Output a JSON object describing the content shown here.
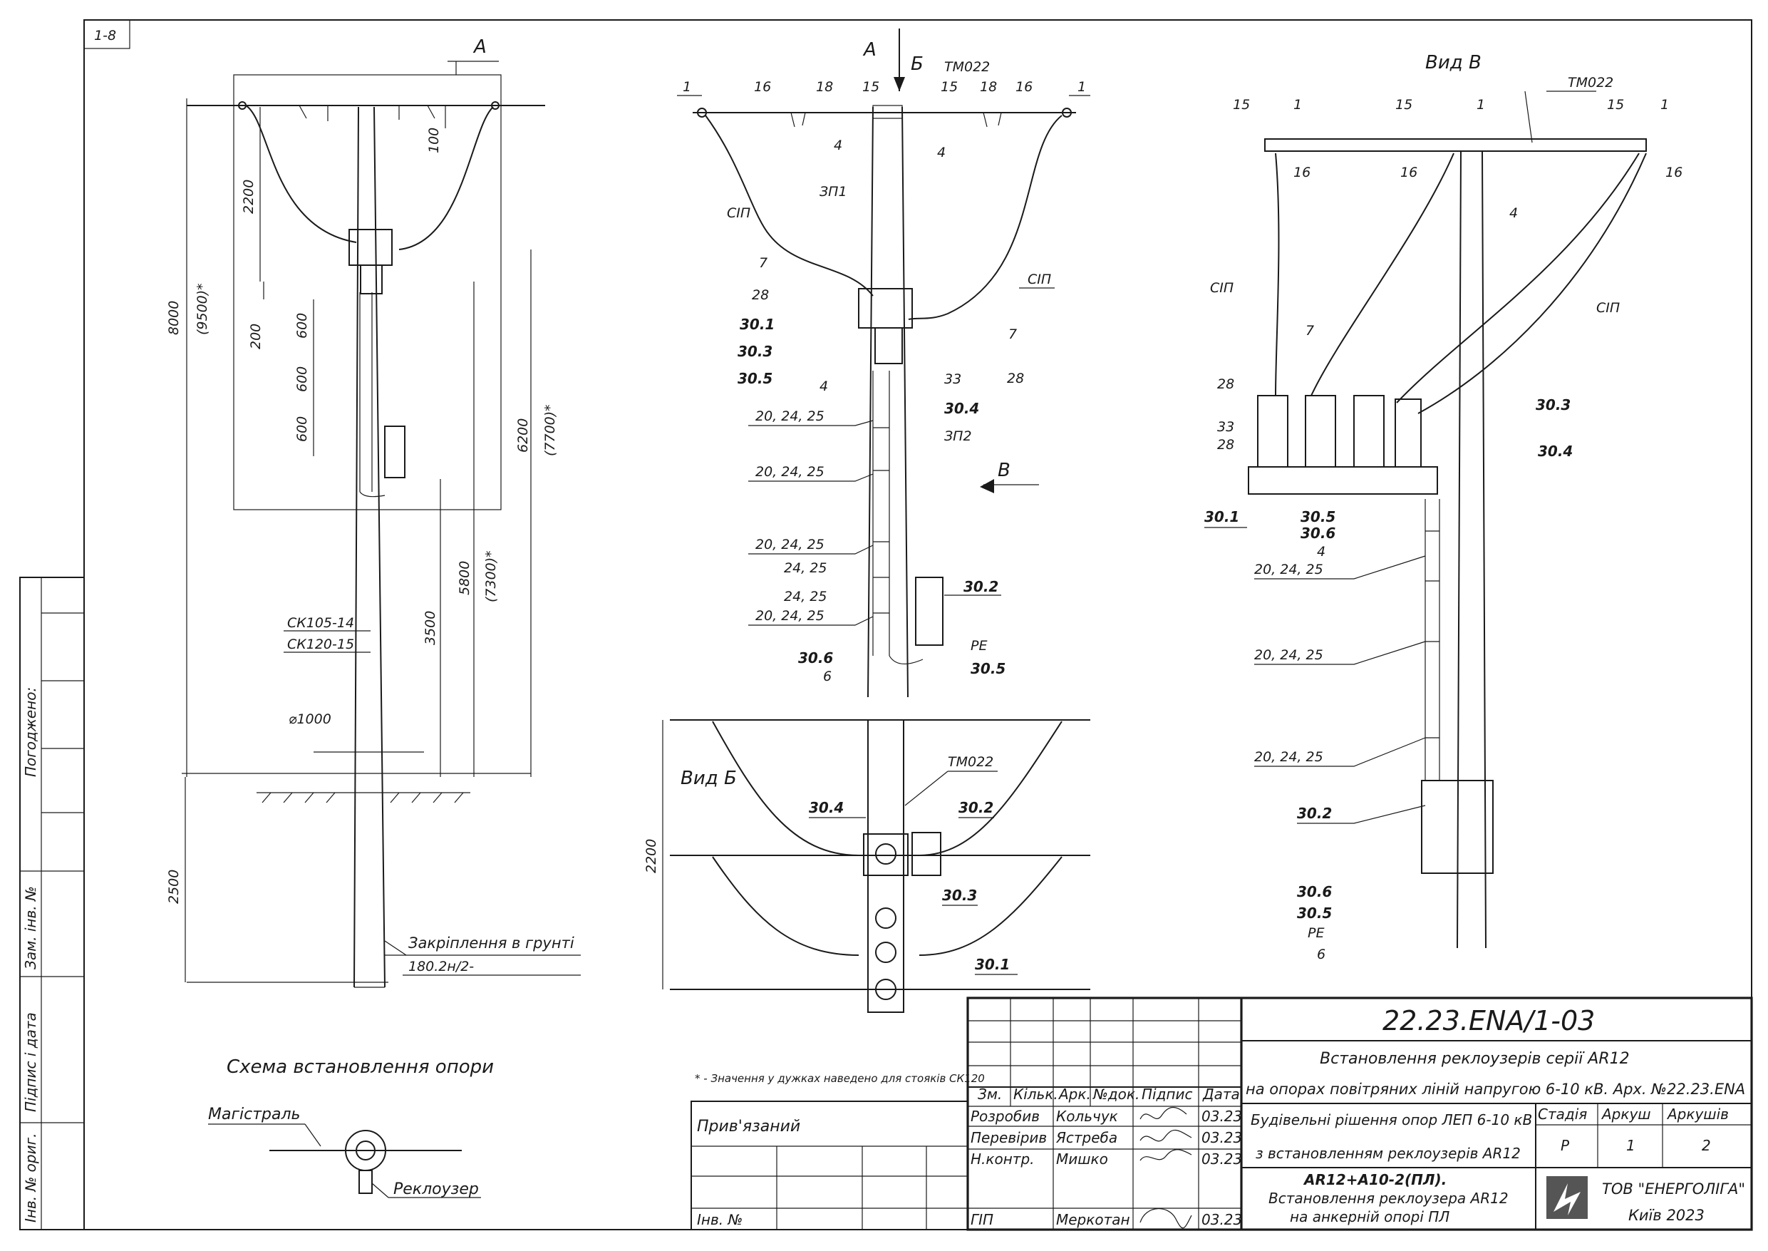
{
  "sheet": {
    "corner_tag": "1-8",
    "side_stamp": {
      "agreed": "Погоджено:",
      "replace_inv": "Зам. інв. №",
      "sign_date": "Підпис і дата",
      "orig_inv": "Інв. № ориг."
    }
  },
  "view_left": {
    "section_mark": "A",
    "dims": [
      "8000",
      "(9500)*",
      "2200",
      "100",
      "200",
      "600",
      "600",
      "600",
      "6200",
      "(7700)*",
      "5800",
      "(7300)*",
      "3500",
      "2500",
      "⌀1000"
    ],
    "pole_types": [
      "СК105-14",
      "СК120-15"
    ],
    "ground_note": "Закріплення в грунті",
    "ground_code": "180.2н/2-"
  },
  "view_center": {
    "section_mark": "A",
    "arrow_b": "Б",
    "arrow_v": "В",
    "labels_top": [
      "1",
      "16",
      "18",
      "15",
      "ТМ022",
      "15",
      "18",
      "16",
      "1"
    ],
    "labels": {
      "l4a": "4",
      "l4b": "4",
      "zp1": "ЗП1",
      "sip": "СІП",
      "sip2": "СІП",
      "l7": "7",
      "l28": "28",
      "l30_1": "30.1",
      "l30_3": "30.3",
      "l30_5": "30.5",
      "l4c": "4",
      "l7b": "7",
      "l28b": "28",
      "l33": "33",
      "l30_4": "30.4",
      "zp2": "ЗП2",
      "g1": "20, 24, 25",
      "g2": "20, 24, 25",
      "g3": "20, 24, 25",
      "g4": "24, 25",
      "g5": "24, 25",
      "g6": "20, 24, 25",
      "l30_2": "30.2",
      "l30_6": "30.6",
      "pe": "PE",
      "l30_5b": "30.5",
      "l6": "6"
    }
  },
  "view_b": {
    "title": "Вид Б",
    "dim": "2200",
    "labels": {
      "tm": "ТМ022",
      "l30_4": "30.4",
      "l30_2": "30.2",
      "l30_3": "30.3",
      "l30_1": "30.1"
    }
  },
  "view_v": {
    "title": "Вид В",
    "labels": {
      "tm": "ТМ022",
      "a15": "15",
      "a1": "1",
      "b15": "15",
      "b1": "1",
      "c15": "15",
      "c1": "1",
      "a16": "16",
      "b16": "16",
      "c16": "16",
      "l4": "4",
      "sip": "СІП",
      "sip2": "СІП",
      "l7": "7",
      "l28": "28",
      "l33": "33",
      "l28b": "28",
      "l30_3": "30.3",
      "l30_4": "30.4",
      "l30_1": "30.1",
      "l30_5": "30.5",
      "l30_6": "30.6",
      "l4b": "4",
      "g1": "20, 24, 25",
      "g2": "20, 24, 25",
      "g3": "20, 24, 25",
      "l30_2": "30.2",
      "l30_6b": "30.6",
      "l30_5b": "30.5",
      "pe": "PE",
      "l6": "6"
    }
  },
  "footnote": "* - Значення у дужках наведено для стояків СК120",
  "scheme": {
    "title": "Схема встановлення опори",
    "main_line": "Магістраль",
    "recloser": "Реклоузер"
  },
  "title_block": {
    "doc_code": "22.23.ENA/1-03",
    "title_line1": "Встановлення реклоузерів серії AR12",
    "title_line2": "на опорах повітряних ліній напругою 6-10 кВ. Арх. №22.23.ENA",
    "sub_line1": "Будівельні рішення опор ЛЕП 6-10 кВ",
    "sub_line2": "з встановленням реклоузерів AR12",
    "sheet_name1": "AR12+A10-2(ПЛ).",
    "sheet_name2": "Встановлення реклоузера AR12",
    "sheet_name3": "на анкерній опорі ПЛ",
    "head_cols": [
      "Зм.",
      "Кільк.",
      "Арк.",
      "№док.",
      "Підпис",
      "Дата"
    ],
    "rows": [
      {
        "role": "Розробив",
        "name": "Кольчук",
        "date": "03.23"
      },
      {
        "role": "Перевірив",
        "name": "Ястреба",
        "date": "03.23"
      },
      {
        "role": "Н.контр.",
        "name": "Мишко",
        "date": "03.23"
      },
      {
        "role": "ГІП",
        "name": "Меркотан",
        "date": "03.23"
      }
    ],
    "stage_head": "Стадія",
    "sheet_head": "Аркуш",
    "sheets_head": "Аркушів",
    "stage": "Р",
    "sheet": "1",
    "sheets": "2",
    "company": "ТОВ \"ЕНЕРГОЛІГА\"",
    "city": "Київ 2023",
    "linked": "Прив'язаний",
    "inv": "Інв. №"
  }
}
